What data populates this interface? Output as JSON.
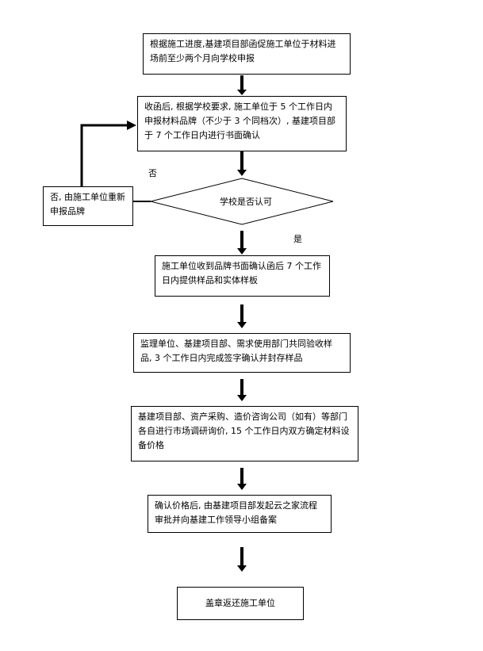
{
  "steps": {
    "s1": "根据施工进度,基建项目部函促施工单位于材料进场前至少两个月向学校申报",
    "s2": "收函后, 根据学校要求, 施工单位于 5 个工作日内申报材料品牌（不少于 3 个同档次）, 基建项目部于 7 个工作日内进行书面确认",
    "decision": "学校是否认可",
    "reject": "否, 由施工单位重新申报品牌",
    "s3": "施工单位收到品牌书面确认函后 7 个工作日内提供样品和实体样板",
    "s4": "监理单位、基建项目部、需求使用部门共同验收样品, 3 个工作日内完成签字确认并封存样品",
    "s5": "基建项目部、资产采购、造价咨询公司（如有）等部门各自进行市场调研询价, 15 个工作日内双方确定材料设备价格",
    "s6": "确认价格后, 由基建项目部发起云之家流程审批并向基建工作领导小组备案",
    "s7": "盖章返还施工单位"
  },
  "labels": {
    "no": "否",
    "yes": "是"
  }
}
